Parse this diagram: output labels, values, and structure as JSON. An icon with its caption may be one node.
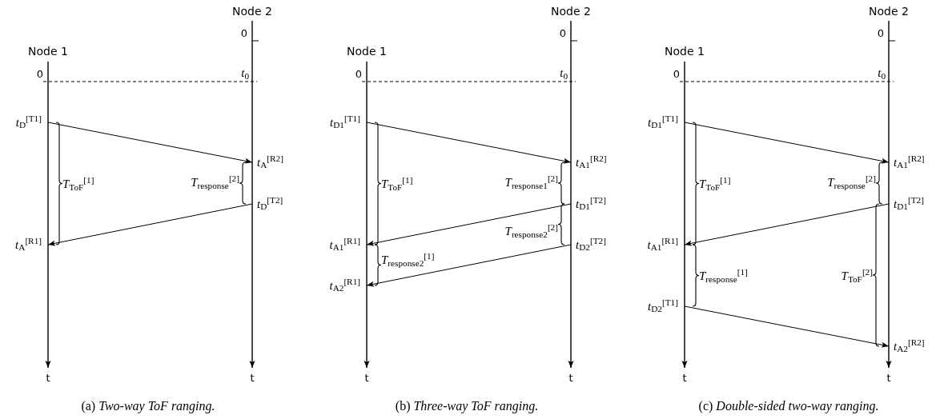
{
  "diagram": {
    "nodes": [
      {
        "text": [
          "*t*$_{D}$$^{[T1]}$"
        ]
      },
      {
        "text": [
          "*t*$_{A}$$^{[R2]}$"
        ]
      },
      {
        "text": [
          "*t*$_{D}$$^{[T2]}$"
        ]
      },
      {
        "text": [
          "*t*$_{A}$$^{[R1]}$"
        ]
      },
      {
        "text": [
          "*t*$_{D1}$$^{[T1]}$"
        ]
      },
      {
        "text": [
          "*t*$_{A1}$$^{[R2]}$"
        ]
      },
      {
        "text": [
          "*t*$_{D1}$$^{[T2]}$"
        ]
      },
      {
        "text": [
          "*t*$_{A1}$$^{[R1]}$"
        ]
      },
      {
        "text": [
          "*t*$_{D2}$$^{[T2]}$"
        ]
      },
      {
        "text": [
          "*t*$_{A2}$$^{[R1]}$"
        ]
      },
      {
        "text": [
          "*t*$_{D1}$$^{[T1]}$"
        ]
      },
      {
        "text": [
          "*t*$_{A1}$$^{[R2]}$"
        ]
      },
      {
        "text": [
          "*t*$_{D1}$$^{[T2]}$"
        ]
      },
      {
        "text": [
          "*t*$_{A1}$$^{[R1]}$"
        ]
      },
      {
        "text": [
          "*t*$_{D2}$$^{[T1]}$"
        ]
      },
      {
        "text": [
          "*t*$_{A2}$$^{[R2]}$"
        ]
      }
    ],
    "edges": [
      {
        "from": 0,
        "to": 1,
        "arrow": "to"
      },
      {
        "from": 2,
        "to": 3,
        "arrow": "to"
      },
      {
        "from": 4,
        "to": 5,
        "arrow": "to"
      },
      {
        "from": 6,
        "to": 7,
        "arrow": "to"
      },
      {
        "from": 8,
        "to": 9,
        "arrow": "to"
      },
      {
        "from": 10,
        "to": 11,
        "arrow": "to"
      },
      {
        "from": 12,
        "to": 13,
        "arrow": "to"
      },
      {
        "from": 14,
        "to": 15,
        "arrow": "to"
      }
    ],
    "labels": [
      "Node 2",
      "Node 1",
      "0",
      "0",
      "*t*$_{0}$",
      "t",
      "t",
      "*T*$_{ToF}$$^{[1]}$",
      "*T*$_{response}$$^{[2]}$",
      "Node 2",
      "Node 1",
      "0",
      "0",
      "*t*$_{0}$",
      "t",
      "t",
      "*T*$_{ToF}$$^{[1]}$",
      "*T*$_{response1}$$^{[2]}$",
      "*T*$_{response2}$$^{[2]}$",
      "*T*$_{response2}$$^{[1]}$",
      "Node 2",
      "Node 1",
      "0",
      "0",
      "*t*$_{0}$",
      "t",
      "t",
      "*T*$_{ToF}$$^{[1]}$",
      "*T*$_{response}$$^{[2]}$",
      "*T*$_{response}$$^{[1]}$",
      "*T*$_{ToF}$$^{[2]}$",
      "(a) *Two-way ToF ranging.*",
      "(b) *Three-way ToF ranging.*",
      "(c) *Double-sided two-way ranging.*"
    ]
  }
}
